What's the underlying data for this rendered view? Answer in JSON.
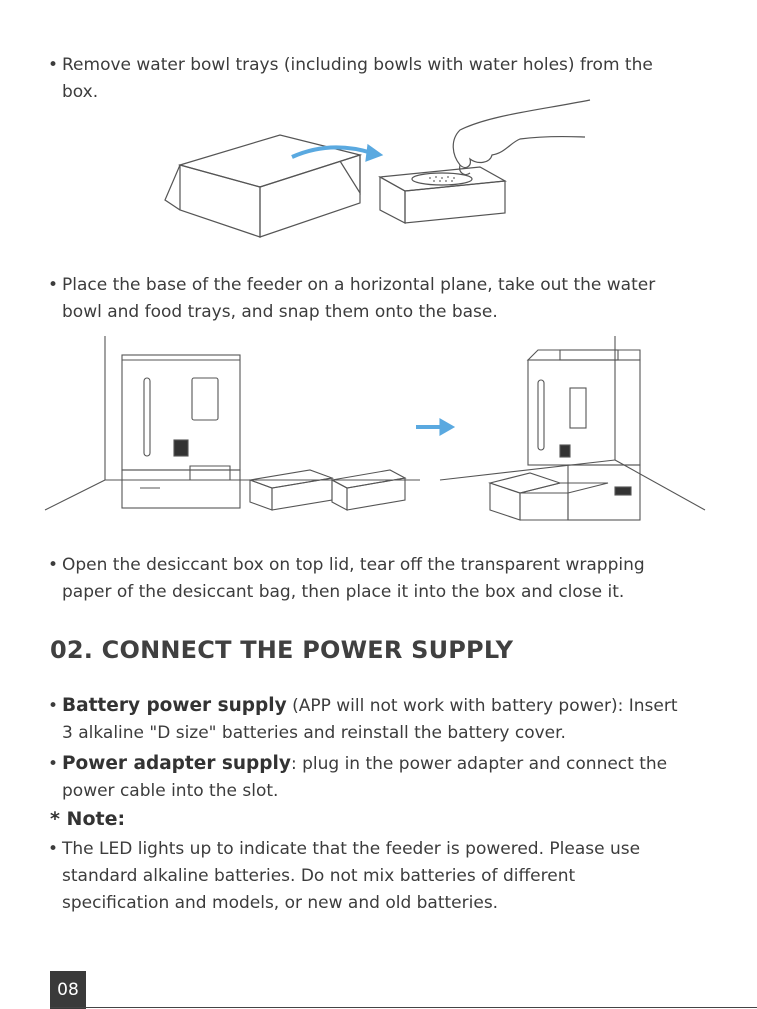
{
  "step1": {
    "bullet": "•",
    "line1": "Remove water bowl trays (including bowls with water holes) from the",
    "line2": "box."
  },
  "step2": {
    "bullet": "•",
    "line1": "Place the base of the feeder on a horizontal plane, take out the water",
    "line2": "bowl and food trays, and snap them onto the base."
  },
  "step3": {
    "bullet": "•",
    "line1": "Open the desiccant box on top lid, tear off the transparent wrapping",
    "line2": "paper of the desiccant bag, then place it into the box and close it."
  },
  "section": {
    "heading": "02. CONNECT THE POWER SUPPLY"
  },
  "battery": {
    "bullet": "•",
    "label": "Battery power supply",
    "line1": " (APP will not work with battery power): Insert",
    "line2": "3 alkaline \"D size\" batteries and reinstall the battery cover."
  },
  "adapter": {
    "bullet": "•",
    "label": "Power adapter supply",
    "line1": ": plug in the power adapter and connect the",
    "line2": "power cable into the slot."
  },
  "note": {
    "title": "* Note:",
    "bullet": "•",
    "line1": "The LED lights up to indicate that the feeder is powered. Please use",
    "line2": "standard alkaline batteries. Do not mix batteries of different",
    "line3": "specification and models, or new and old batteries."
  },
  "footer": {
    "page_number": "08"
  },
  "colors": {
    "arrow": "#5aa9e0",
    "line_art": "#555555",
    "page_badge": "#3a3a3a"
  },
  "illustrations": {
    "figure1": "box-and-tray-removal-illustration",
    "figure2": "feeder-assembly-illustration"
  }
}
